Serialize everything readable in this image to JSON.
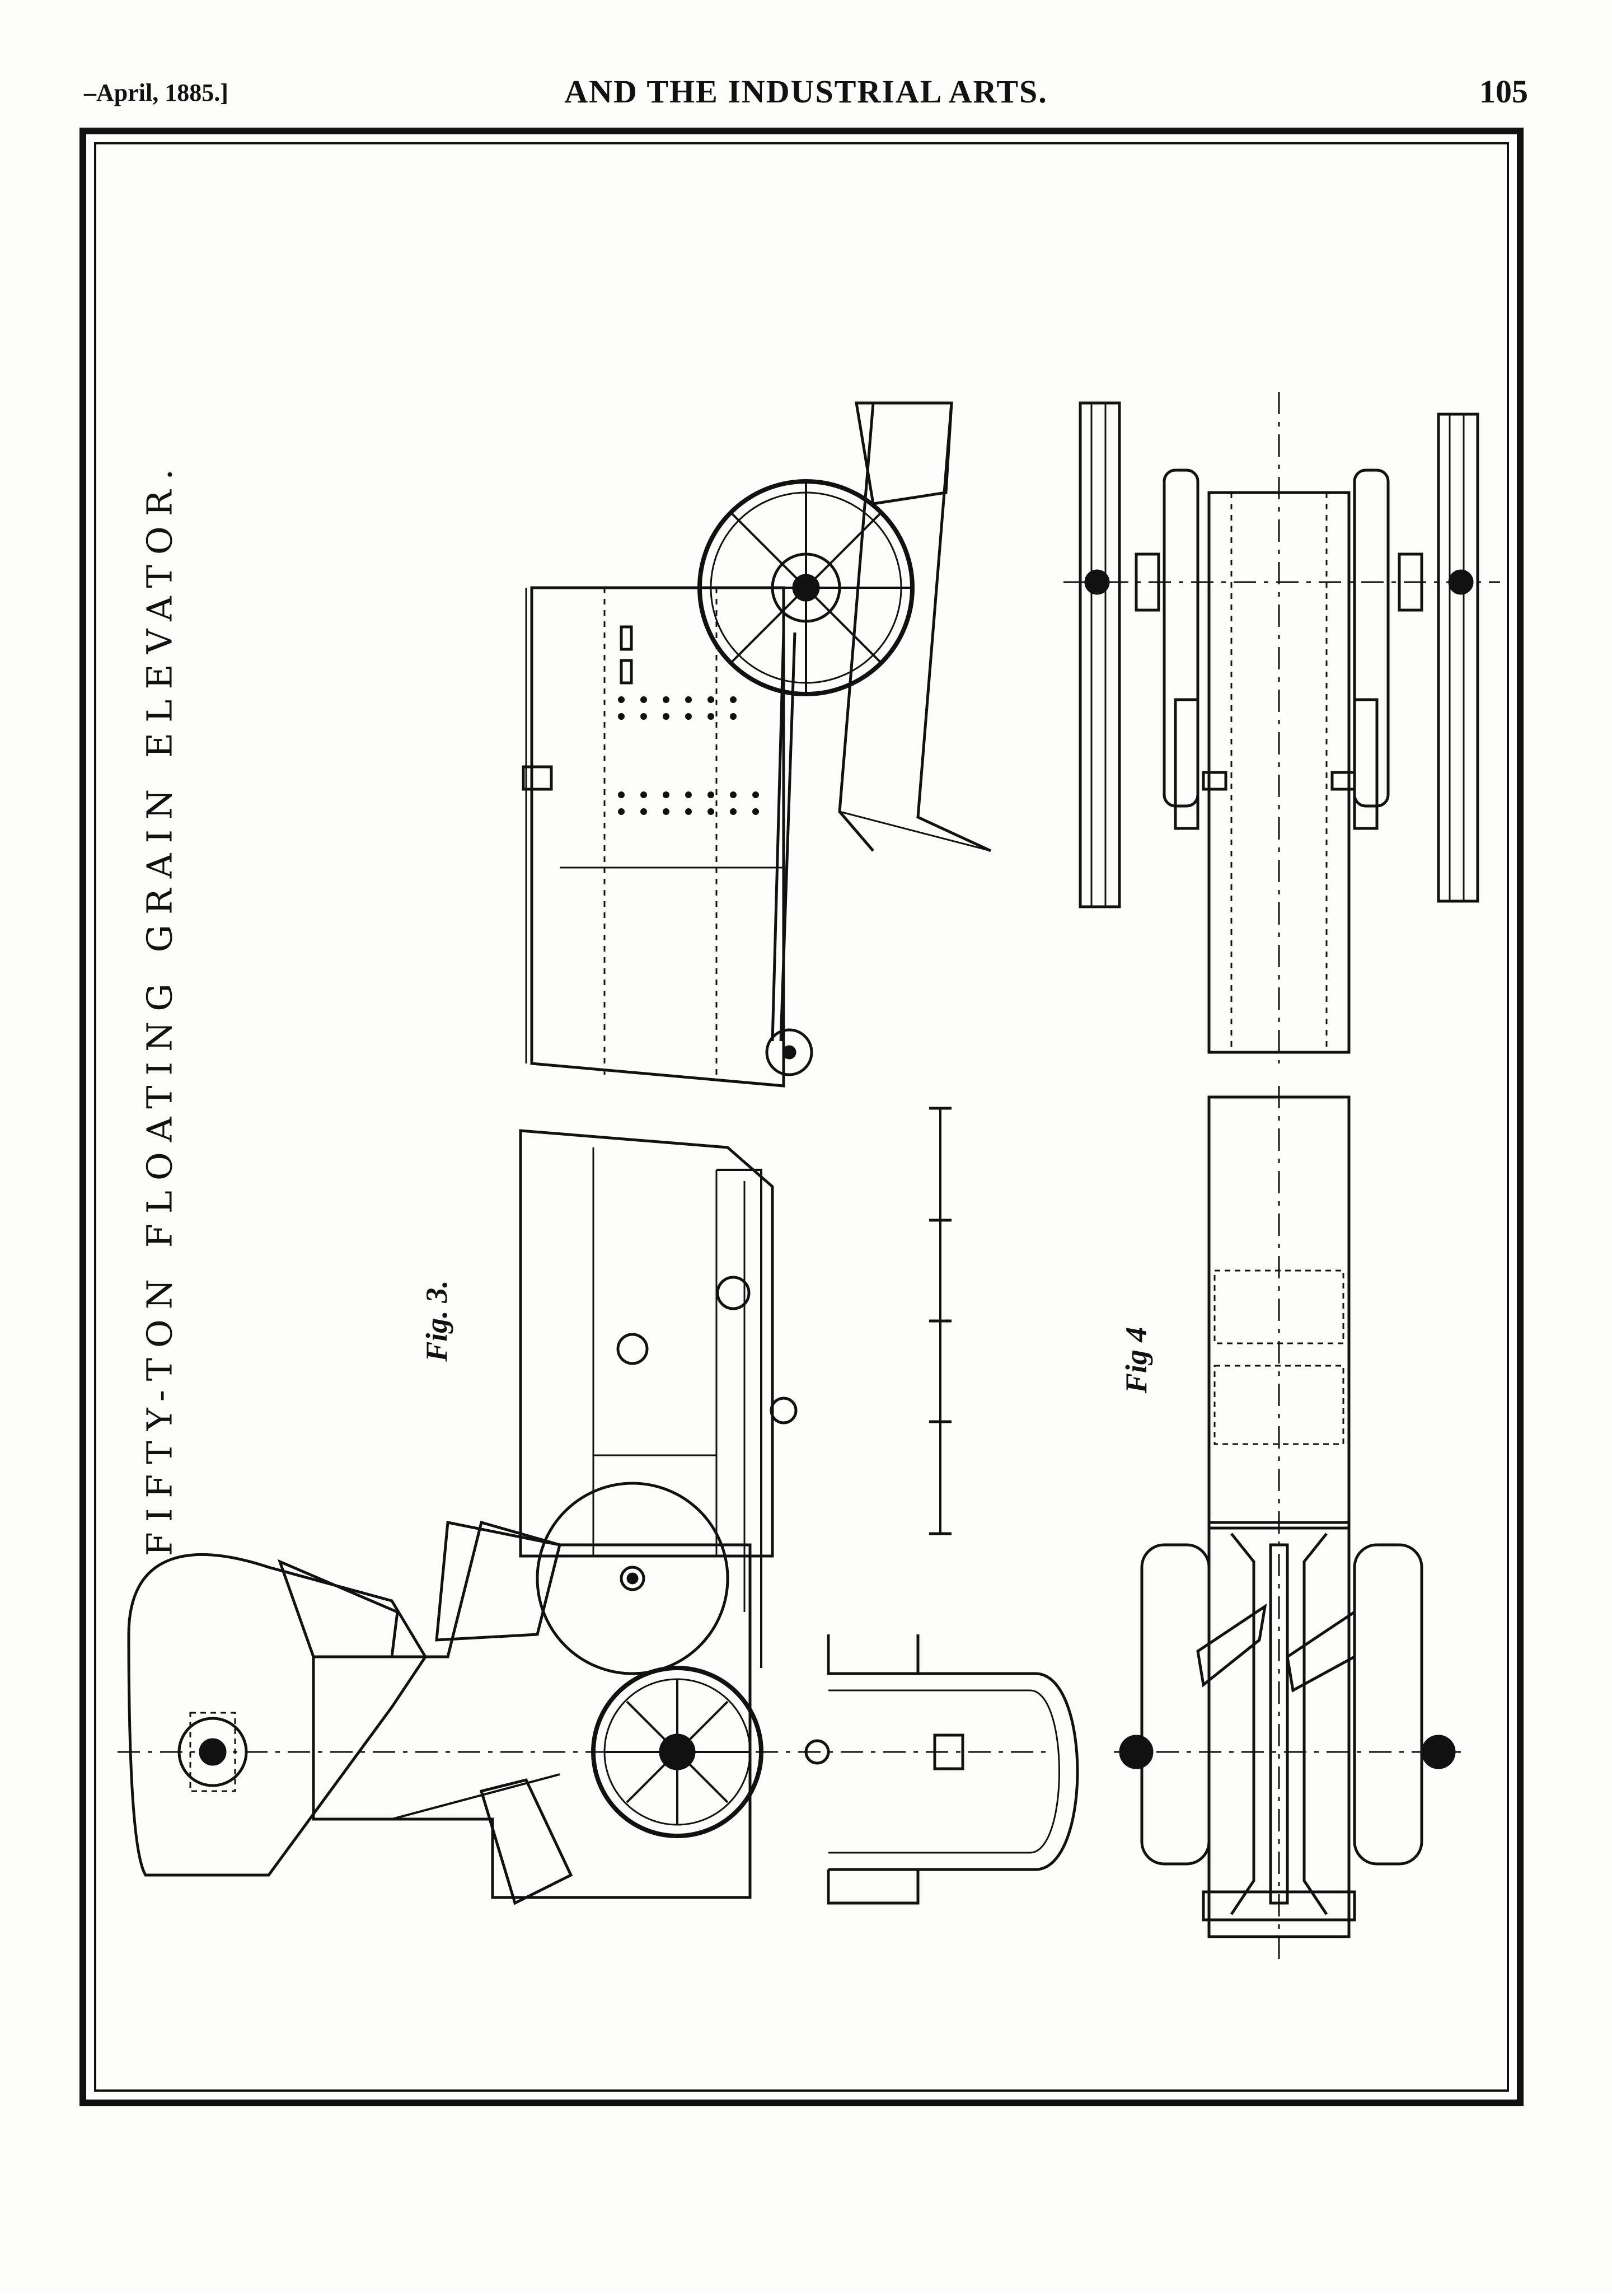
{
  "header": {
    "date": "–April, 1885.]",
    "journal_title": "AND THE INDUSTRIAL ARTS.",
    "page_number": "105"
  },
  "plate": {
    "title": "FIFTY-TON FLOATING GRAIN ELEVATOR.",
    "figures": [
      {
        "label": "Fig. 3."
      },
      {
        "label": "Fig 4"
      }
    ]
  }
}
